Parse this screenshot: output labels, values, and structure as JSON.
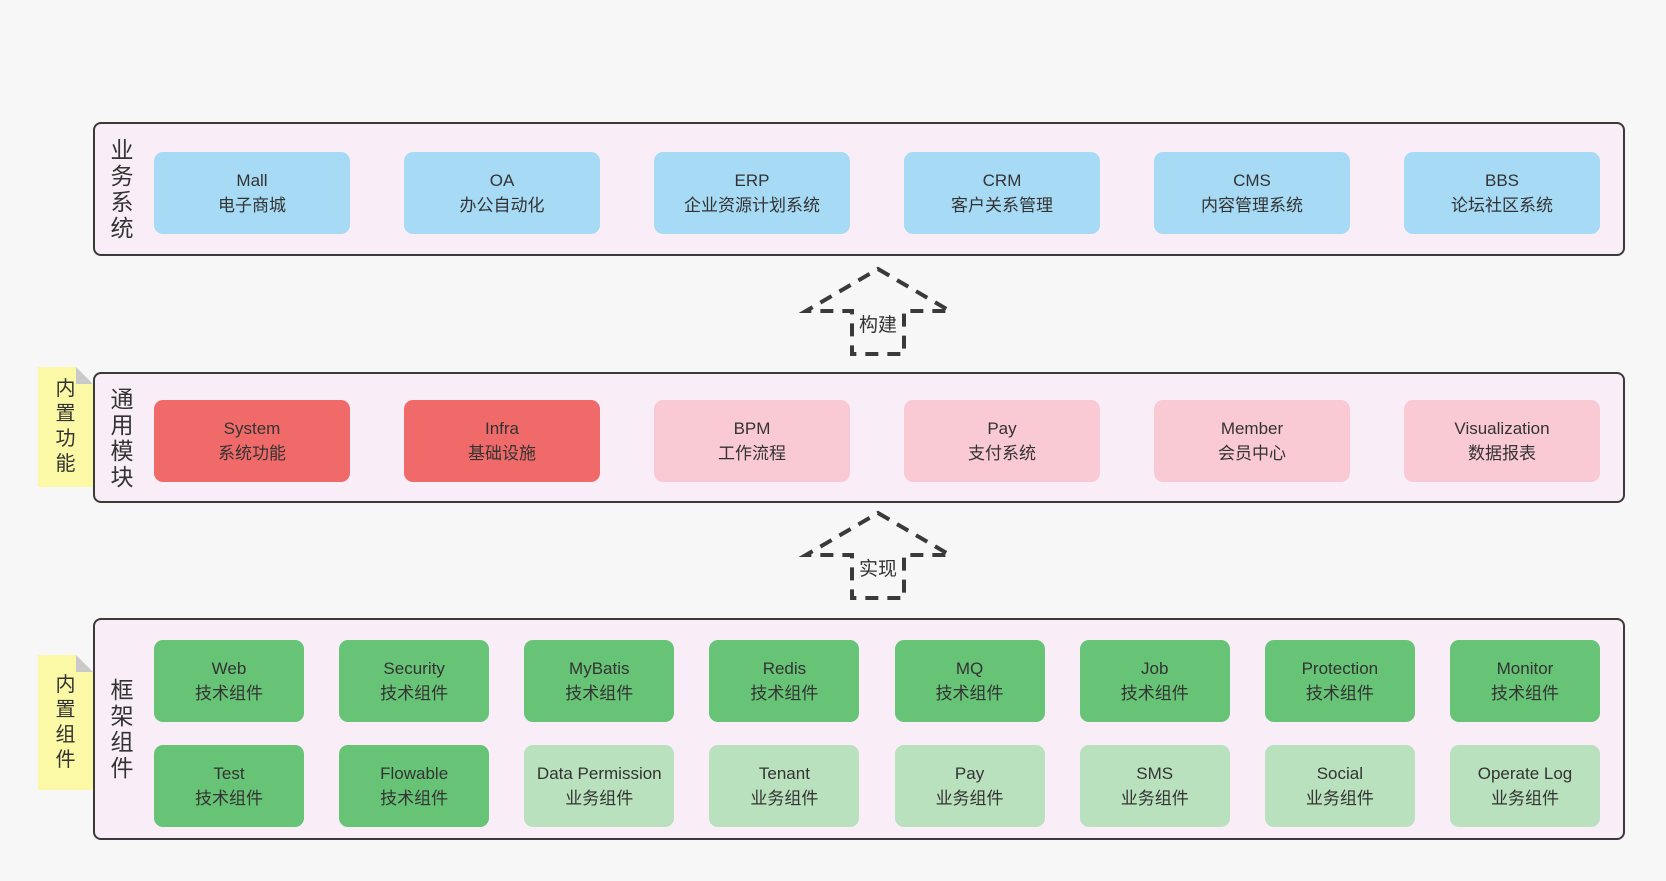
{
  "colors": {
    "page_bg": "#f7f7f7",
    "section_bg": "#f9eef7",
    "section_border": "#3a3a3a",
    "text": "#333333",
    "business_box": "#a7daf4",
    "module_core_box": "#f16a6a",
    "module_box": "#f9c9d4",
    "tech_component_box": "#67c375",
    "biz_component_box": "#b9e1bd",
    "sticky_note": "#fbf9a6",
    "sticky_fold": "#c9c9c9"
  },
  "sections": {
    "business": {
      "label": "业务系统",
      "boxes": [
        {
          "en": "Mall",
          "zh": "电子商城"
        },
        {
          "en": "OA",
          "zh": "办公自动化"
        },
        {
          "en": "ERP",
          "zh": "企业资源计划系统"
        },
        {
          "en": "CRM",
          "zh": "客户关系管理"
        },
        {
          "en": "CMS",
          "zh": "内容管理系统"
        },
        {
          "en": "BBS",
          "zh": "论坛社区系统"
        }
      ]
    },
    "modules": {
      "label": "通用模块",
      "sticky": "内置功能",
      "boxes": [
        {
          "en": "System",
          "zh": "系统功能"
        },
        {
          "en": "Infra",
          "zh": "基础设施"
        },
        {
          "en": "BPM",
          "zh": "工作流程"
        },
        {
          "en": "Pay",
          "zh": "支付系统"
        },
        {
          "en": "Member",
          "zh": "会员中心"
        },
        {
          "en": "Visualization",
          "zh": "数据报表"
        }
      ]
    },
    "components": {
      "label": "框架组件",
      "sticky": "内置组件",
      "row1": [
        {
          "en": "Web",
          "zh": "技术组件"
        },
        {
          "en": "Security",
          "zh": "技术组件"
        },
        {
          "en": "MyBatis",
          "zh": "技术组件"
        },
        {
          "en": "Redis",
          "zh": "技术组件"
        },
        {
          "en": "MQ",
          "zh": "技术组件"
        },
        {
          "en": "Job",
          "zh": "技术组件"
        },
        {
          "en": "Protection",
          "zh": "技术组件"
        },
        {
          "en": "Monitor",
          "zh": "技术组件"
        }
      ],
      "row2": [
        {
          "en": "Test",
          "zh": "技术组件"
        },
        {
          "en": "Flowable",
          "zh": "技术组件"
        },
        {
          "en": "Data Permission",
          "zh": "业务组件"
        },
        {
          "en": "Tenant",
          "zh": "业务组件"
        },
        {
          "en": "Pay",
          "zh": "业务组件"
        },
        {
          "en": "SMS",
          "zh": "业务组件"
        },
        {
          "en": "Social",
          "zh": "业务组件"
        },
        {
          "en": "Operate Log",
          "zh": "业务组件"
        }
      ]
    }
  },
  "arrows": {
    "build": "构建",
    "implement": "实现"
  }
}
